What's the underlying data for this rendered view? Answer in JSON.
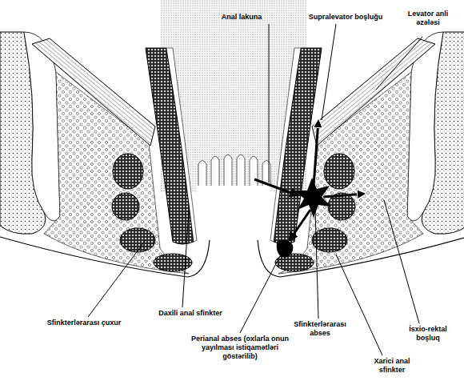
{
  "diagram": {
    "labels": [
      "Anal lakuna",
      "Supralevator boşluğu",
      "Levator anli əzələsi",
      "Sfinkterlərarası çuxur",
      "Daxili anal sfinkter",
      "Perianal abses (oxlarla onun yayılması istiqamətləri göstərilib)",
      "Sfinkterlərarası abses",
      "İsxio-rektal boşluq",
      "Xarici anal sfinkter"
    ]
  }
}
